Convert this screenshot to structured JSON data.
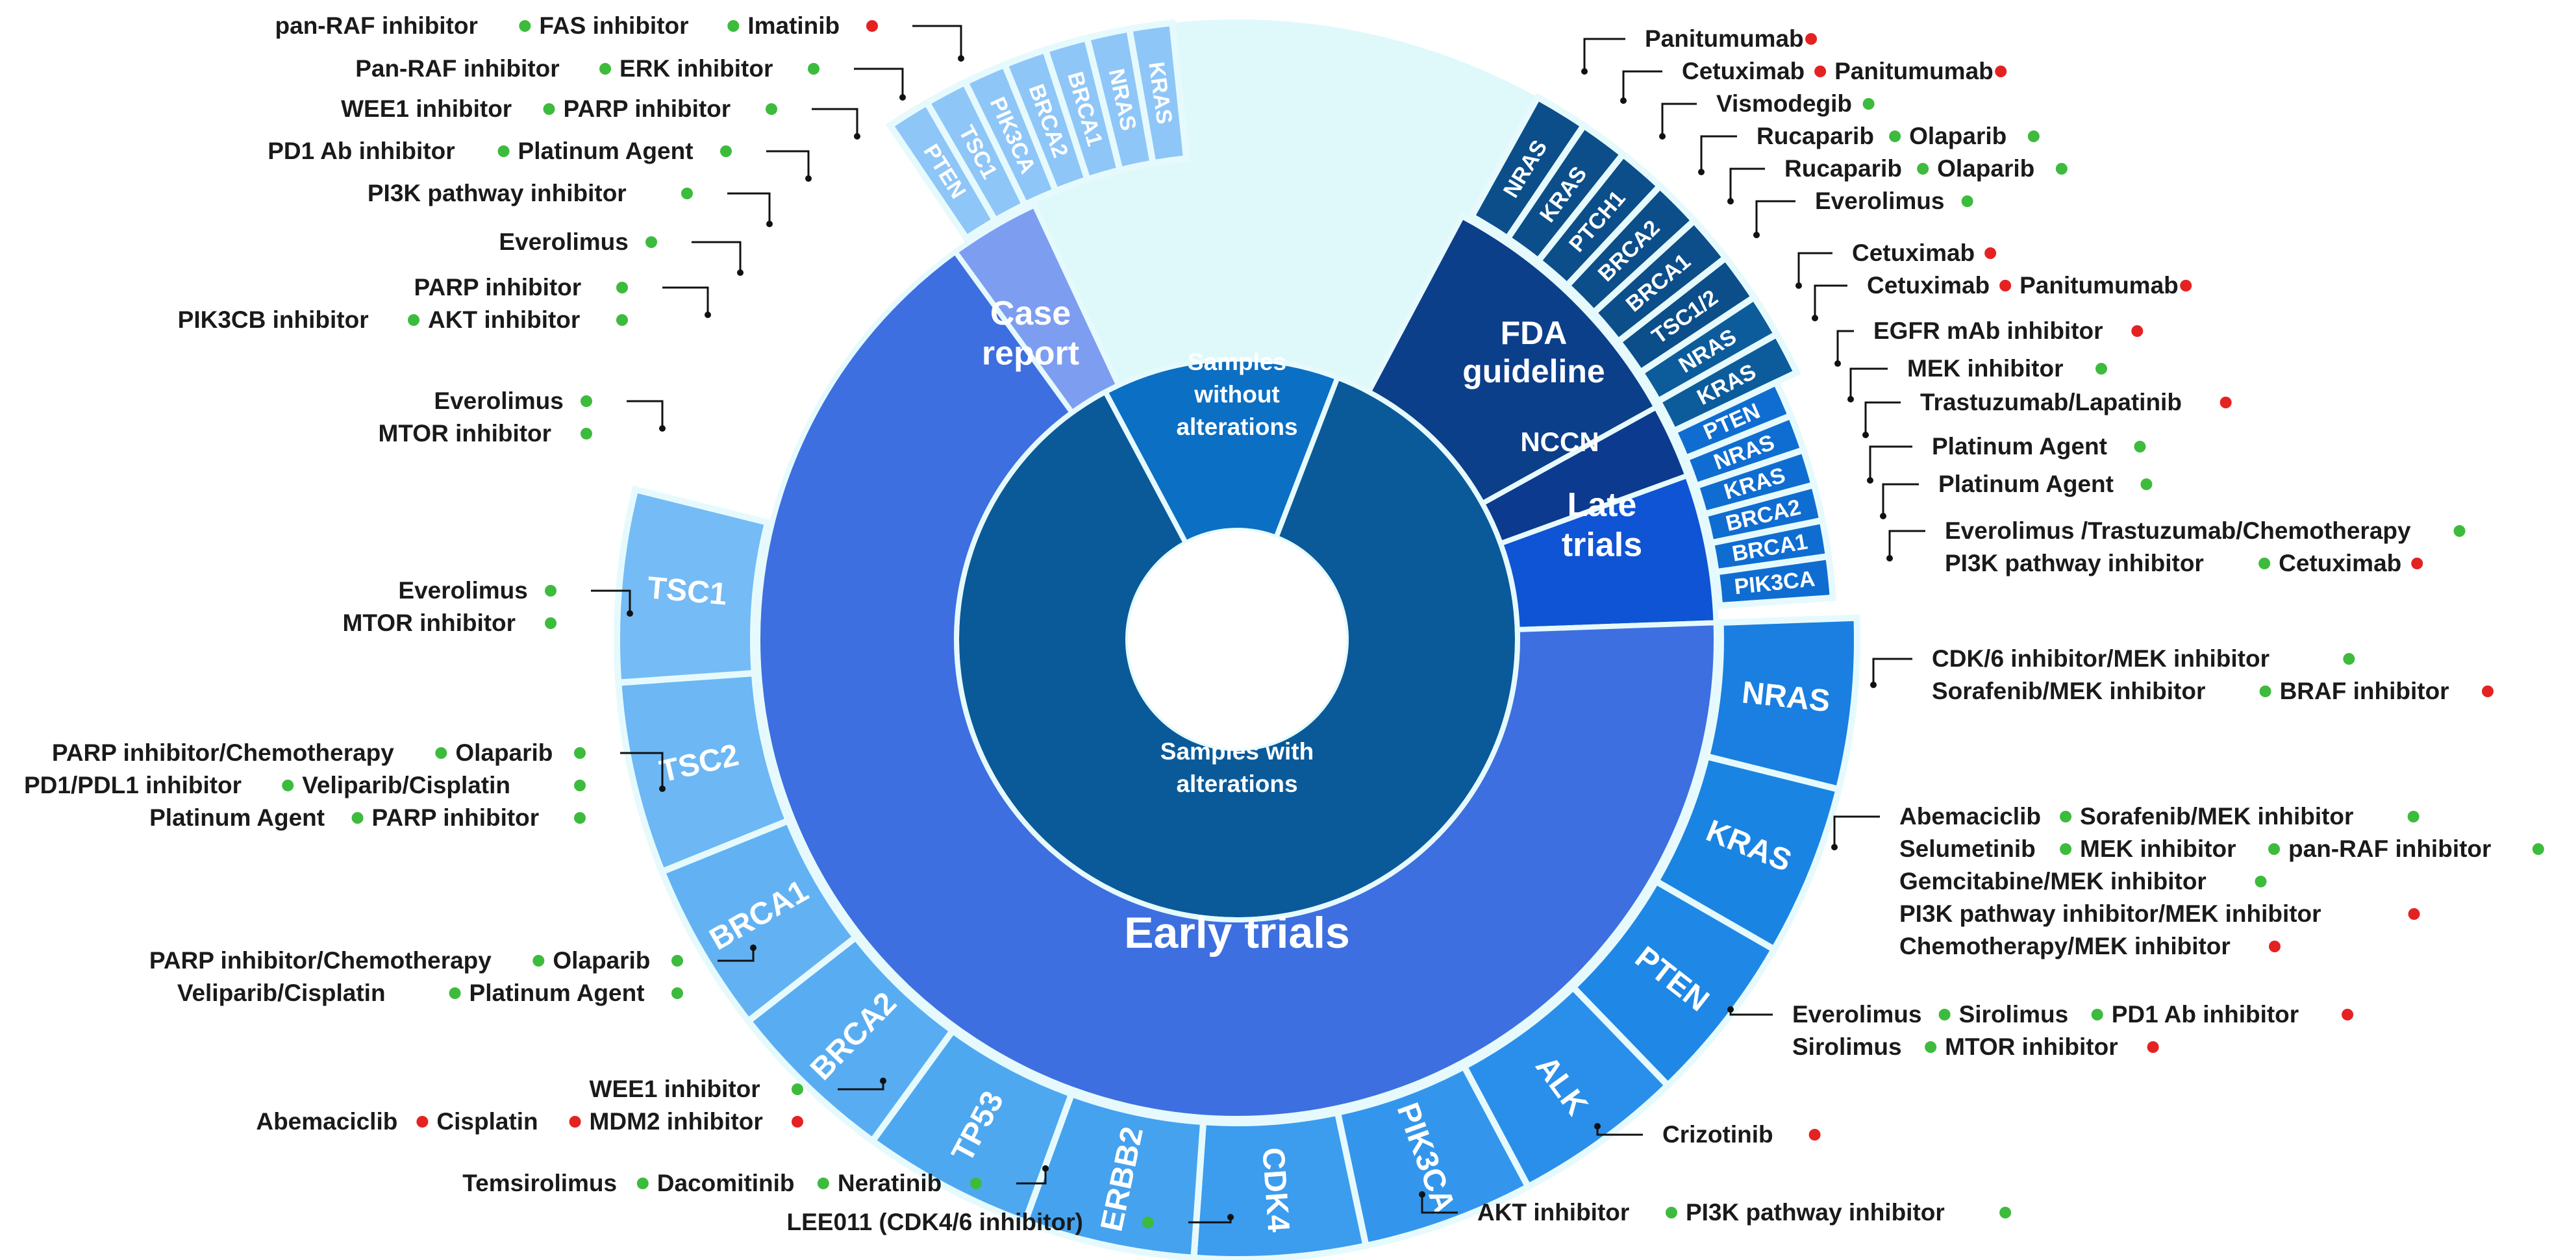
{
  "colors": {
    "green": "#3dbb3d",
    "red": "#e52222",
    "segment_border": "#e6fafd",
    "top_gap": "#dff9fb",
    "label_text": "#1a1a1a",
    "segment_text": "#ffffff"
  },
  "inner_ring": [
    {
      "label": [
        "Samples",
        "without",
        "alterations"
      ],
      "color": "#0b6fc4"
    },
    {
      "label": [
        "Samples with",
        "alterations"
      ],
      "color": "#0a5a9a"
    }
  ],
  "middle_ring": [
    {
      "label": [
        "FDA",
        "guideline"
      ],
      "color": "#0c3f8a"
    },
    {
      "label": [
        "NCCN"
      ],
      "color": "#0c3a8e"
    },
    {
      "label": [
        "Late",
        "trials"
      ],
      "color": "#0f54d4"
    },
    {
      "label": [
        "Early trials"
      ],
      "color": "#3d6fe0"
    },
    {
      "label": [
        "Case",
        "report"
      ],
      "color": "#7d9ef0"
    }
  ],
  "outer_ring": [
    {
      "gene": "NRAS",
      "group": "FDA guideline",
      "color": "#0b4e8a"
    },
    {
      "gene": "KRAS",
      "group": "FDA guideline",
      "color": "#0b4e8a"
    },
    {
      "gene": "PTCH1",
      "group": "FDA guideline",
      "color": "#0b4e8a"
    },
    {
      "gene": "BRCA2",
      "group": "FDA guideline",
      "color": "#0b4e8a"
    },
    {
      "gene": "BRCA1",
      "group": "FDA guideline",
      "color": "#0b4e8a"
    },
    {
      "gene": "TSC1/2",
      "group": "FDA guideline",
      "color": "#0b4e8a"
    },
    {
      "gene": "NRAS",
      "group": "NCCN",
      "color": "#0c5c9c"
    },
    {
      "gene": "KRAS",
      "group": "NCCN",
      "color": "#0c5c9c"
    },
    {
      "gene": "PTEN",
      "group": "Late trials",
      "color": "#0f6dd1"
    },
    {
      "gene": "NRAS",
      "group": "Late trials",
      "color": "#0f6dd1"
    },
    {
      "gene": "KRAS",
      "group": "Late trials",
      "color": "#0f6dd1"
    },
    {
      "gene": "BRCA2",
      "group": "Late trials",
      "color": "#0f6dd1"
    },
    {
      "gene": "BRCA1",
      "group": "Late trials",
      "color": "#0f6dd1"
    },
    {
      "gene": "PIK3CA",
      "group": "Late trials",
      "color": "#0f6dd1"
    },
    {
      "gene": "NRAS",
      "group": "Early trials",
      "color": "#1a7fe0"
    },
    {
      "gene": "KRAS",
      "group": "Early trials",
      "color": "#1a84e3"
    },
    {
      "gene": "PTEN",
      "group": "Early trials",
      "color": "#1f88e6"
    },
    {
      "gene": "ALK",
      "group": "Early trials",
      "color": "#2a8fea"
    },
    {
      "gene": "PIK3CA",
      "group": "Early trials",
      "color": "#3396ec"
    },
    {
      "gene": "CDK4",
      "group": "Early trials",
      "color": "#3c9cee"
    },
    {
      "gene": "ERBB2",
      "group": "Early trials",
      "color": "#45a2ef"
    },
    {
      "gene": "TP53",
      "group": "Early trials",
      "color": "#4ea8f0"
    },
    {
      "gene": "BRCA2",
      "group": "Early trials",
      "color": "#58adf2"
    },
    {
      "gene": "BRCA1",
      "group": "Early trials",
      "color": "#62b2f3"
    },
    {
      "gene": "TSC2",
      "group": "Early trials",
      "color": "#6cb7f4"
    },
    {
      "gene": "TSC1",
      "group": "Early trials",
      "color": "#75bbf5"
    },
    {
      "gene": "PTEN",
      "group": "Case report",
      "color": "#8ec6f8"
    },
    {
      "gene": "TSC1",
      "group": "Case report",
      "color": "#8ec6f8"
    },
    {
      "gene": "PIK3CA",
      "group": "Case report",
      "color": "#8ec6f8"
    },
    {
      "gene": "BRCA2",
      "group": "Case report",
      "color": "#8ec6f8"
    },
    {
      "gene": "BRCA1",
      "group": "Case report",
      "color": "#8ec6f8"
    },
    {
      "gene": "NRAS",
      "group": "Case report",
      "color": "#8ec6f8"
    },
    {
      "gene": "KRAS",
      "group": "Case report",
      "color": "#8ec6f8"
    }
  ],
  "annotations": [
    {
      "side": "right",
      "lines": [
        [
          {
            "t": "Panitumumab",
            "c": "red"
          }
        ]
      ]
    },
    {
      "side": "right",
      "lines": [
        [
          {
            "t": "Cetuximab",
            "c": "red"
          },
          {
            "t": "Panitumumab",
            "c": "red"
          }
        ]
      ]
    },
    {
      "side": "right",
      "lines": [
        [
          {
            "t": "Vismodegib",
            "c": "green"
          }
        ]
      ]
    },
    {
      "side": "right",
      "lines": [
        [
          {
            "t": "Rucaparib",
            "c": "green"
          },
          {
            "t": "Olaparib",
            "c": "green"
          }
        ]
      ]
    },
    {
      "side": "right",
      "lines": [
        [
          {
            "t": "Rucaparib",
            "c": "green"
          },
          {
            "t": "Olaparib",
            "c": "green"
          }
        ]
      ]
    },
    {
      "side": "right",
      "lines": [
        [
          {
            "t": "Everolimus",
            "c": "green"
          }
        ]
      ]
    },
    {
      "side": "right",
      "lines": [
        [
          {
            "t": "Cetuximab",
            "c": "red"
          }
        ]
      ]
    },
    {
      "side": "right",
      "lines": [
        [
          {
            "t": "Cetuximab",
            "c": "red"
          },
          {
            "t": "Panitumumab",
            "c": "red"
          }
        ]
      ]
    },
    {
      "side": "right",
      "lines": [
        [
          {
            "t": "EGFR mAb inhibitor",
            "c": "red"
          }
        ]
      ]
    },
    {
      "side": "right",
      "lines": [
        [
          {
            "t": "MEK inhibitor",
            "c": "green"
          }
        ]
      ]
    },
    {
      "side": "right",
      "lines": [
        [
          {
            "t": "Trastuzumab/Lapatinib",
            "c": "red"
          }
        ]
      ]
    },
    {
      "side": "right",
      "lines": [
        [
          {
            "t": "Platinum Agent",
            "c": "green"
          }
        ]
      ]
    },
    {
      "side": "right",
      "lines": [
        [
          {
            "t": "Platinum Agent",
            "c": "green"
          }
        ]
      ]
    },
    {
      "side": "right",
      "lines": [
        [
          {
            "t": "Everolimus /Trastuzumab/Chemotherapy",
            "c": "green"
          }
        ],
        [
          {
            "t": "PI3K pathway inhibitor",
            "c": "green"
          },
          {
            "t": "Cetuximab",
            "c": "red"
          }
        ]
      ]
    },
    {
      "side": "right",
      "lines": [
        [
          {
            "t": "CDK/6 inhibitor/MEK inhibitor",
            "c": "green"
          }
        ],
        [
          {
            "t": "Sorafenib/MEK inhibitor",
            "c": "green"
          },
          {
            "t": "BRAF inhibitor",
            "c": "red"
          }
        ]
      ]
    },
    {
      "side": "right",
      "lines": [
        [
          {
            "t": "Abemaciclib",
            "c": "green"
          },
          {
            "t": "Sorafenib/MEK inhibitor",
            "c": "green"
          }
        ],
        [
          {
            "t": "Selumetinib",
            "c": "green"
          },
          {
            "t": "MEK inhibitor",
            "c": "green"
          },
          {
            "t": "pan-RAF inhibitor",
            "c": "green"
          }
        ],
        [
          {
            "t": "Gemcitabine/MEK inhibitor",
            "c": "green"
          }
        ],
        [
          {
            "t": "PI3K pathway inhibitor/MEK inhibitor",
            "c": "red"
          }
        ],
        [
          {
            "t": "Chemotherapy/MEK inhibitor",
            "c": "red"
          }
        ]
      ]
    },
    {
      "side": "right",
      "lines": [
        [
          {
            "t": "Everolimus",
            "c": "green"
          },
          {
            "t": "Sirolimus",
            "c": "green"
          },
          {
            "t": "PD1 Ab inhibitor",
            "c": "red"
          }
        ],
        [
          {
            "t": "Sirolimus",
            "c": "green"
          },
          {
            "t": "MTOR inhibitor",
            "c": "red"
          }
        ]
      ]
    },
    {
      "side": "right",
      "lines": [
        [
          {
            "t": "Crizotinib",
            "c": "red"
          }
        ]
      ]
    },
    {
      "side": "right",
      "lines": [
        [
          {
            "t": "AKT inhibitor",
            "c": "green"
          },
          {
            "t": "PI3K pathway inhibitor",
            "c": "green"
          }
        ]
      ]
    },
    {
      "side": "left",
      "lines": [
        [
          {
            "t": "LEE011 (CDK4/6 inhibitor)",
            "c": "green"
          }
        ]
      ]
    },
    {
      "side": "left",
      "lines": [
        [
          {
            "t": "Temsirolimus",
            "c": "green"
          },
          {
            "t": "Dacomitinib",
            "c": "green"
          },
          {
            "t": "Neratinib",
            "c": "green"
          }
        ]
      ]
    },
    {
      "side": "left",
      "lines": [
        [
          {
            "t": "WEE1 inhibitor",
            "c": "green"
          }
        ],
        [
          {
            "t": "Abemaciclib",
            "c": "red"
          },
          {
            "t": "Cisplatin",
            "c": "red"
          },
          {
            "t": "MDM2 inhibitor",
            "c": "red"
          }
        ]
      ]
    },
    {
      "side": "left",
      "lines": [
        [
          {
            "t": "PARP inhibitor/Chemotherapy",
            "c": "green"
          },
          {
            "t": "Olaparib",
            "c": "green"
          }
        ],
        [
          {
            "t": "Veliparib/Cisplatin",
            "c": "green"
          },
          {
            "t": "Platinum Agent",
            "c": "green"
          }
        ]
      ]
    },
    {
      "side": "left",
      "lines": [
        [
          {
            "t": "PARP inhibitor/Chemotherapy",
            "c": "green"
          },
          {
            "t": "Olaparib",
            "c": "green"
          }
        ],
        [
          {
            "t": "PD1/PDL1 inhibitor",
            "c": "green"
          },
          {
            "t": "Veliparib/Cisplatin",
            "c": "green"
          }
        ],
        [
          {
            "t": "Platinum Agent",
            "c": "green"
          },
          {
            "t": "PARP inhibitor",
            "c": "green"
          }
        ]
      ]
    },
    {
      "side": "left",
      "lines": [
        [
          {
            "t": "Everolimus",
            "c": "green"
          }
        ],
        [
          {
            "t": "MTOR inhibitor",
            "c": "green"
          }
        ]
      ]
    },
    {
      "side": "left",
      "lines": [
        [
          {
            "t": "Everolimus",
            "c": "green"
          }
        ],
        [
          {
            "t": "MTOR inhibitor",
            "c": "green"
          }
        ]
      ]
    },
    {
      "side": "left",
      "lines": [
        [
          {
            "t": "PARP inhibitor",
            "c": "green"
          }
        ],
        [
          {
            "t": "PIK3CB inhibitor",
            "c": "green"
          },
          {
            "t": "AKT inhibitor",
            "c": "green"
          }
        ]
      ]
    },
    {
      "side": "left",
      "lines": [
        [
          {
            "t": "Everolimus",
            "c": "green"
          }
        ]
      ]
    },
    {
      "side": "left",
      "lines": [
        [
          {
            "t": "PI3K pathway inhibitor",
            "c": "green"
          }
        ]
      ]
    },
    {
      "side": "left",
      "lines": [
        [
          {
            "t": "PD1 Ab inhibitor",
            "c": "green"
          },
          {
            "t": "Platinum Agent",
            "c": "green"
          }
        ]
      ]
    },
    {
      "side": "left",
      "lines": [
        [
          {
            "t": "WEE1 inhibitor",
            "c": "green"
          },
          {
            "t": "PARP inhibitor",
            "c": "green"
          }
        ]
      ]
    },
    {
      "side": "left",
      "lines": [
        [
          {
            "t": "Pan-RAF inhibitor",
            "c": "green"
          },
          {
            "t": "ERK inhibitor",
            "c": "green"
          }
        ]
      ]
    },
    {
      "side": "left",
      "lines": [
        [
          {
            "t": "pan-RAF inhibitor",
            "c": "green"
          },
          {
            "t": "FAS inhibitor",
            "c": "green"
          },
          {
            "t": "Imatinib",
            "c": "red"
          }
        ]
      ]
    }
  ]
}
